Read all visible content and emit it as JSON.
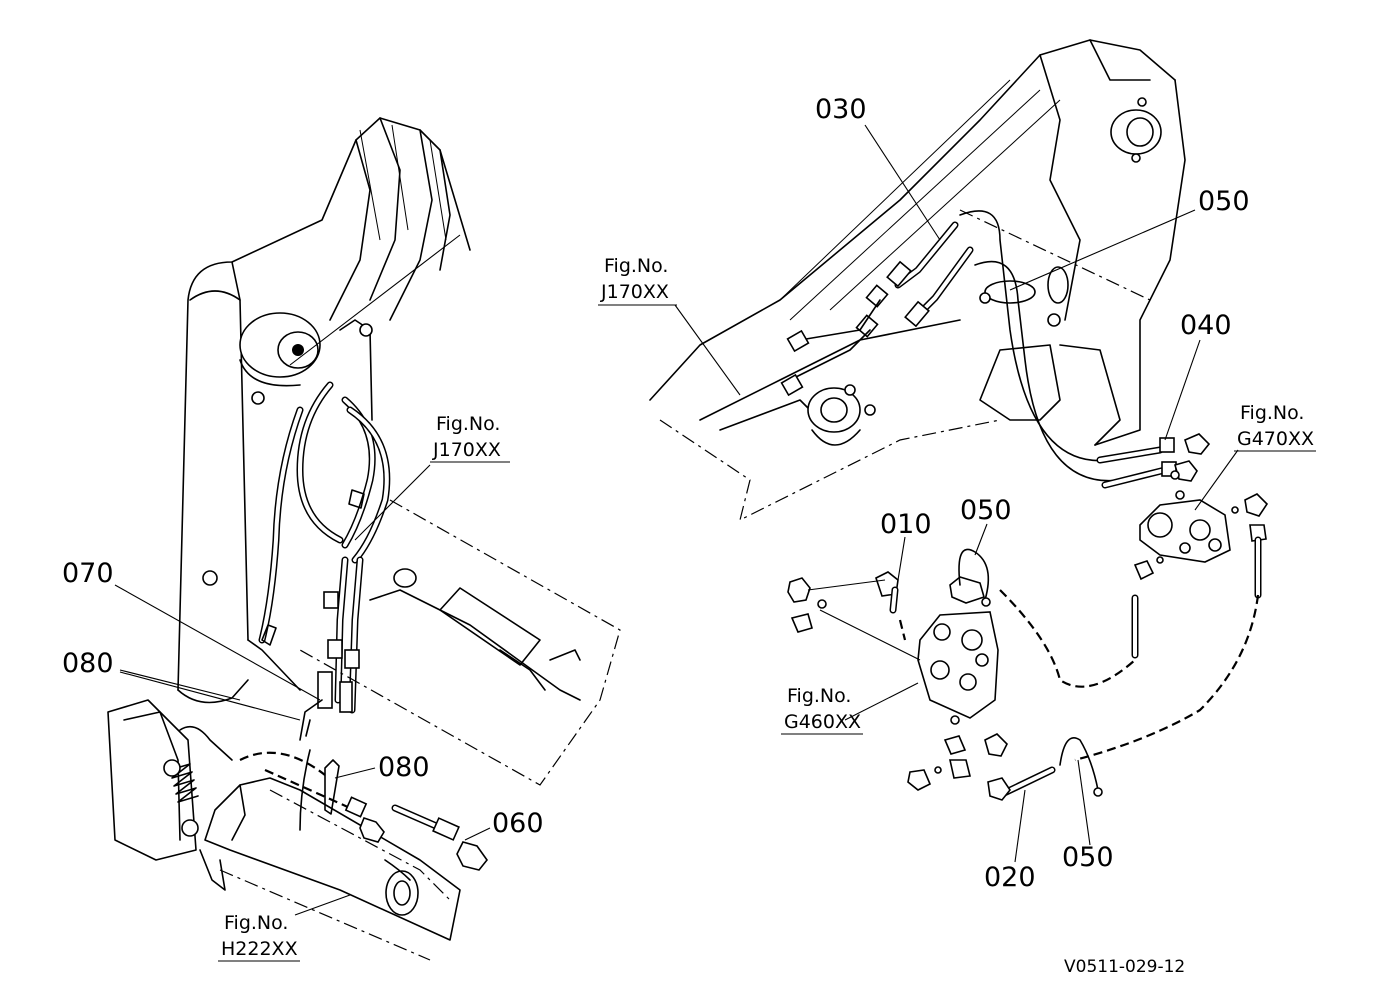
{
  "part_labels": {
    "p010": "010",
    "p020": "020",
    "p030": "030",
    "p040": "040",
    "p050_top": "050",
    "p050_mid": "050",
    "p050_bottom": "050",
    "p060": "060",
    "p070": "070",
    "p080_upper": "080",
    "p080_lower": "080"
  },
  "figure_refs": {
    "j170_left": {
      "line1": "Fig.No.",
      "line2": "J170XX"
    },
    "j170_right": {
      "line1": "Fig.No.",
      "line2": "J170XX"
    },
    "g470": {
      "line1": "Fig.No.",
      "line2": "G470XX"
    },
    "g460": {
      "line1": "Fig.No.",
      "line2": "G460XX"
    },
    "h222": {
      "line1": "Fig.No.",
      "line2": "H222XX"
    }
  },
  "drawing_code": "V0511-029-12"
}
